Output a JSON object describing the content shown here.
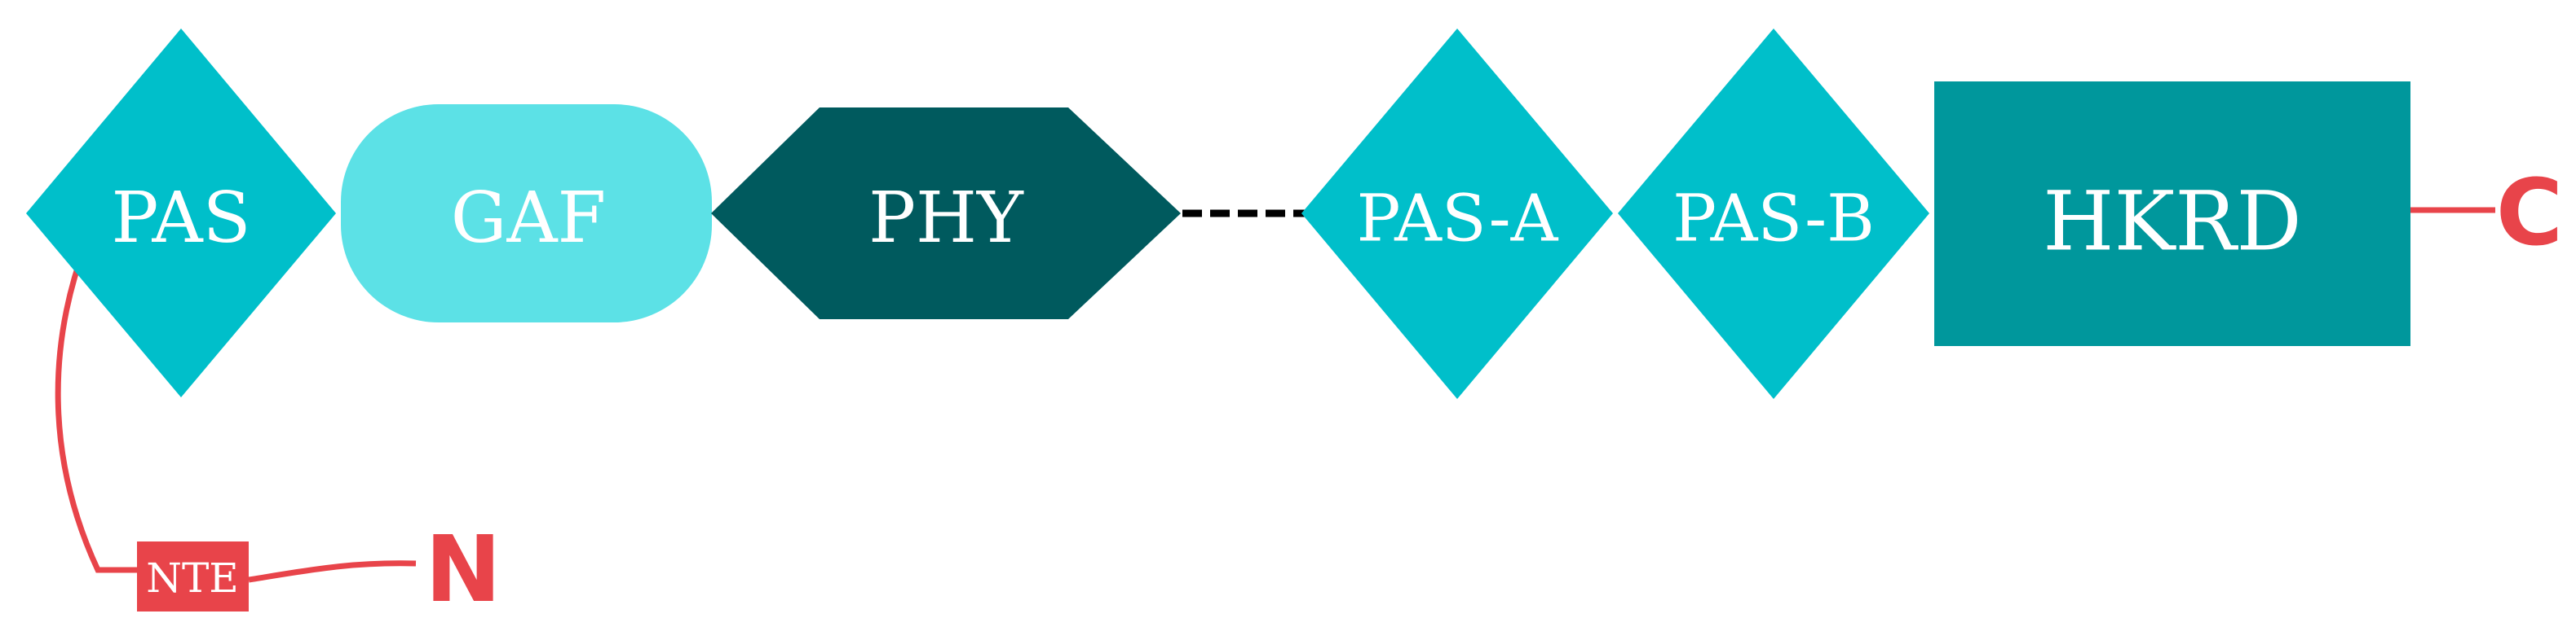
{
  "colors": {
    "pas": "#00BFCA",
    "gaf": "#5CE1E6",
    "phy": "#005A5E",
    "hkrd": "#00979C",
    "terminal": "#E8444A",
    "linker": "#000000",
    "text": "#FFFFFF"
  },
  "domains": {
    "pas": "PAS",
    "gaf": "GAF",
    "phy": "PHY",
    "pas_a": "PAS-A",
    "pas_b": "PAS-B",
    "hkrd": "HKRD"
  },
  "nte": "NTE",
  "n_terminus": "N",
  "c_terminus": "C"
}
